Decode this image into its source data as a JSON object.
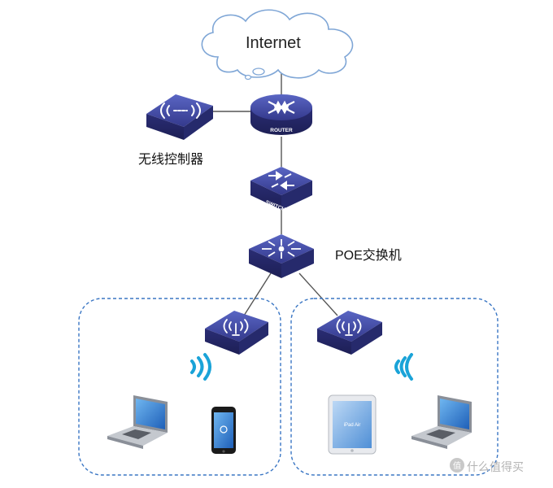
{
  "labels": {
    "internet": "Internet",
    "wireless_controller": "无线控制器",
    "poe_switch": "POE交换机",
    "router_badge": "ROUTER",
    "switch_badge": "SWITCH",
    "tablet_brand": "iPad Air",
    "watermark": "什么值得买"
  },
  "icons": {
    "cloud": "cloud-icon",
    "router": "router-icon",
    "switch": "switch-icon",
    "poe_switch": "poe-switch-icon",
    "wireless_controller": "wireless-controller-icon",
    "access_point": "access-point-icon",
    "signal": "wifi-signal-icon",
    "laptop": "laptop-icon",
    "phone": "smartphone-icon",
    "tablet": "tablet-icon"
  },
  "colors": {
    "device_dark": "#2b2f7a",
    "device_light": "#4a56b8",
    "device_symbol": "#ffffff",
    "signal": "#1aa3d8",
    "dashed_border": "#3a76c4",
    "link": "#555555",
    "cloud_stroke": "#7fa6d6"
  }
}
